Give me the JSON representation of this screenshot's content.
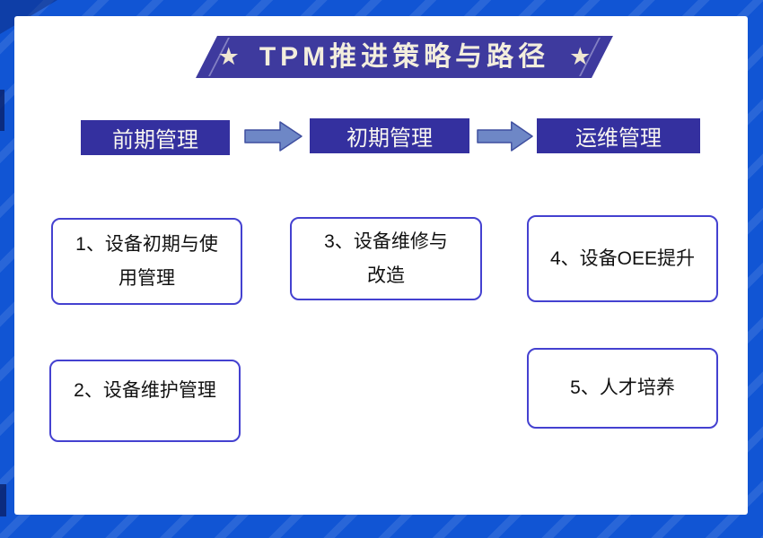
{
  "banner": {
    "title": "TPM推进策略与路径",
    "star": "★"
  },
  "flow": {
    "stages": [
      "前期管理",
      "初期管理",
      "运维管理"
    ]
  },
  "items": {
    "item1": {
      "line1": "1、设备初期与使",
      "line2": "用管理"
    },
    "item2": {
      "line1": "2、设备维护管理"
    },
    "item3": {
      "line1": "3、设备维修与",
      "line2": "改造"
    },
    "item4": {
      "line1": "4、设备OEE提升"
    },
    "item5": {
      "line1": "5、人才培养"
    }
  },
  "colors": {
    "page_background": "#1155d4",
    "card_background": "#ffffff",
    "banner_background": "#3e3a9e",
    "banner_text": "#f3eedd",
    "stage_box_background": "#34309f",
    "stage_box_text": "#f8f6f1",
    "arrow_fill": "#6e87c6",
    "arrow_stroke": "#3f4f9f",
    "item_border": "#4441d0",
    "item_text": "#111111"
  }
}
